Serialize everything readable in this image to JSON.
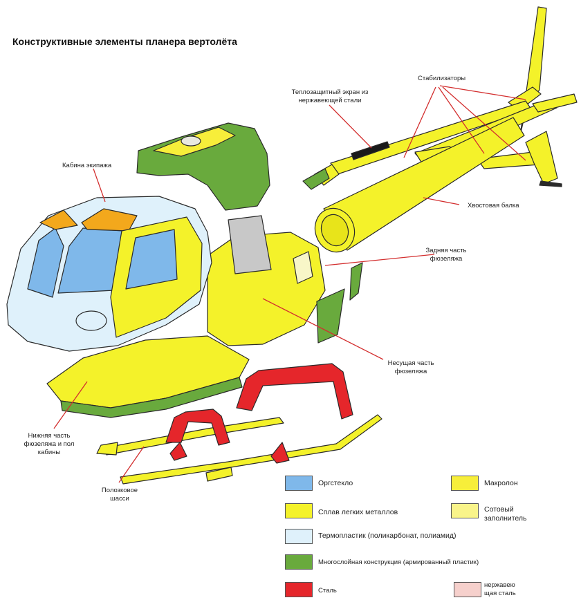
{
  "title": "Конструктивные элементы планера вертолёта",
  "colors": {
    "orgglass": "#7fb8ea",
    "makrolon": "#f7ee3a",
    "light_alloy": "#f4f22a",
    "honeycomb": "#f9f48a",
    "thermoplastic": "#dff1fb",
    "composite": "#69aa3d",
    "steel": "#e5262b",
    "stainless": "#f6d0cc",
    "window_orange": "#f3a81c",
    "seat_gray": "#c8c8c8",
    "outline": "#2a2a2a",
    "callout": "#d32f2f"
  },
  "labels": {
    "crew_cabin": "Кабина экипажа",
    "heat_shield_1": "Теплозащитный экран из",
    "heat_shield_2": "нержавеющей стали",
    "stabilizers": "Стабилизаторы",
    "tail_boom": "Хвостовая балка",
    "rear_fuselage_1": "Задняя часть",
    "rear_fuselage_2": "фюзеляжа",
    "bearing_fuselage_1": "Несущая часть",
    "bearing_fuselage_2": "фюзеляжа",
    "lower_fuselage_1": "Нижняя часть",
    "lower_fuselage_2": "фюзеляжа и пол",
    "lower_fuselage_3": "кабины",
    "skid_gear_1": "Полозковое",
    "skid_gear_2": "шасси"
  },
  "legend": {
    "orgglass": "Оргстекло",
    "makrolon": "Макролон",
    "light_alloy": "Сплав легких металлов",
    "honeycomb_1": "Сотовый",
    "honeycomb_2": "заполнитель",
    "thermoplastic": "Термопластик (поликарбонат, полиамид)",
    "composite": "Многослойная конструкция (армированный пластик)",
    "steel": "Сталь",
    "stainless_1": "нержавею",
    "stainless_2": "щая сталь"
  }
}
